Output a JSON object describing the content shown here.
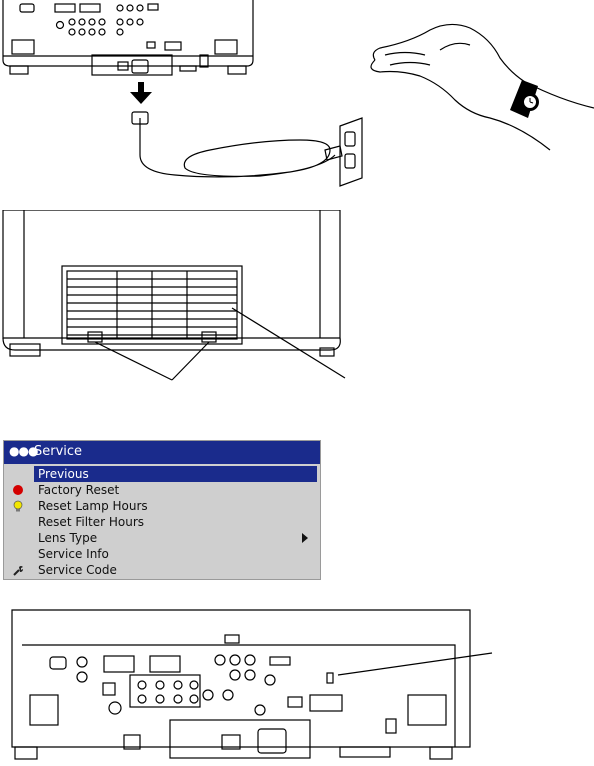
{
  "service_menu": {
    "title": "Service",
    "items": [
      {
        "label": "Previous",
        "icon": "none",
        "selected": true
      },
      {
        "label": "Factory Reset",
        "icon": "red-circle-icon"
      },
      {
        "label": "Reset Lamp Hours",
        "icon": "lightbulb-icon"
      },
      {
        "label": "Reset Filter Hours",
        "icon": "none"
      },
      {
        "label": "Lens Type",
        "icon": "submenu-arrow-icon"
      },
      {
        "label": "Service Info",
        "icon": "none"
      },
      {
        "label": "Service Code",
        "icon": "wrench-icon"
      }
    ],
    "colors": {
      "titlebar": "#1a2b8c",
      "background": "#cfcfcf",
      "selected": "#1a2b8c",
      "factory_reset_icon": "#d40000",
      "lamp_icon": "#f2e600"
    }
  }
}
